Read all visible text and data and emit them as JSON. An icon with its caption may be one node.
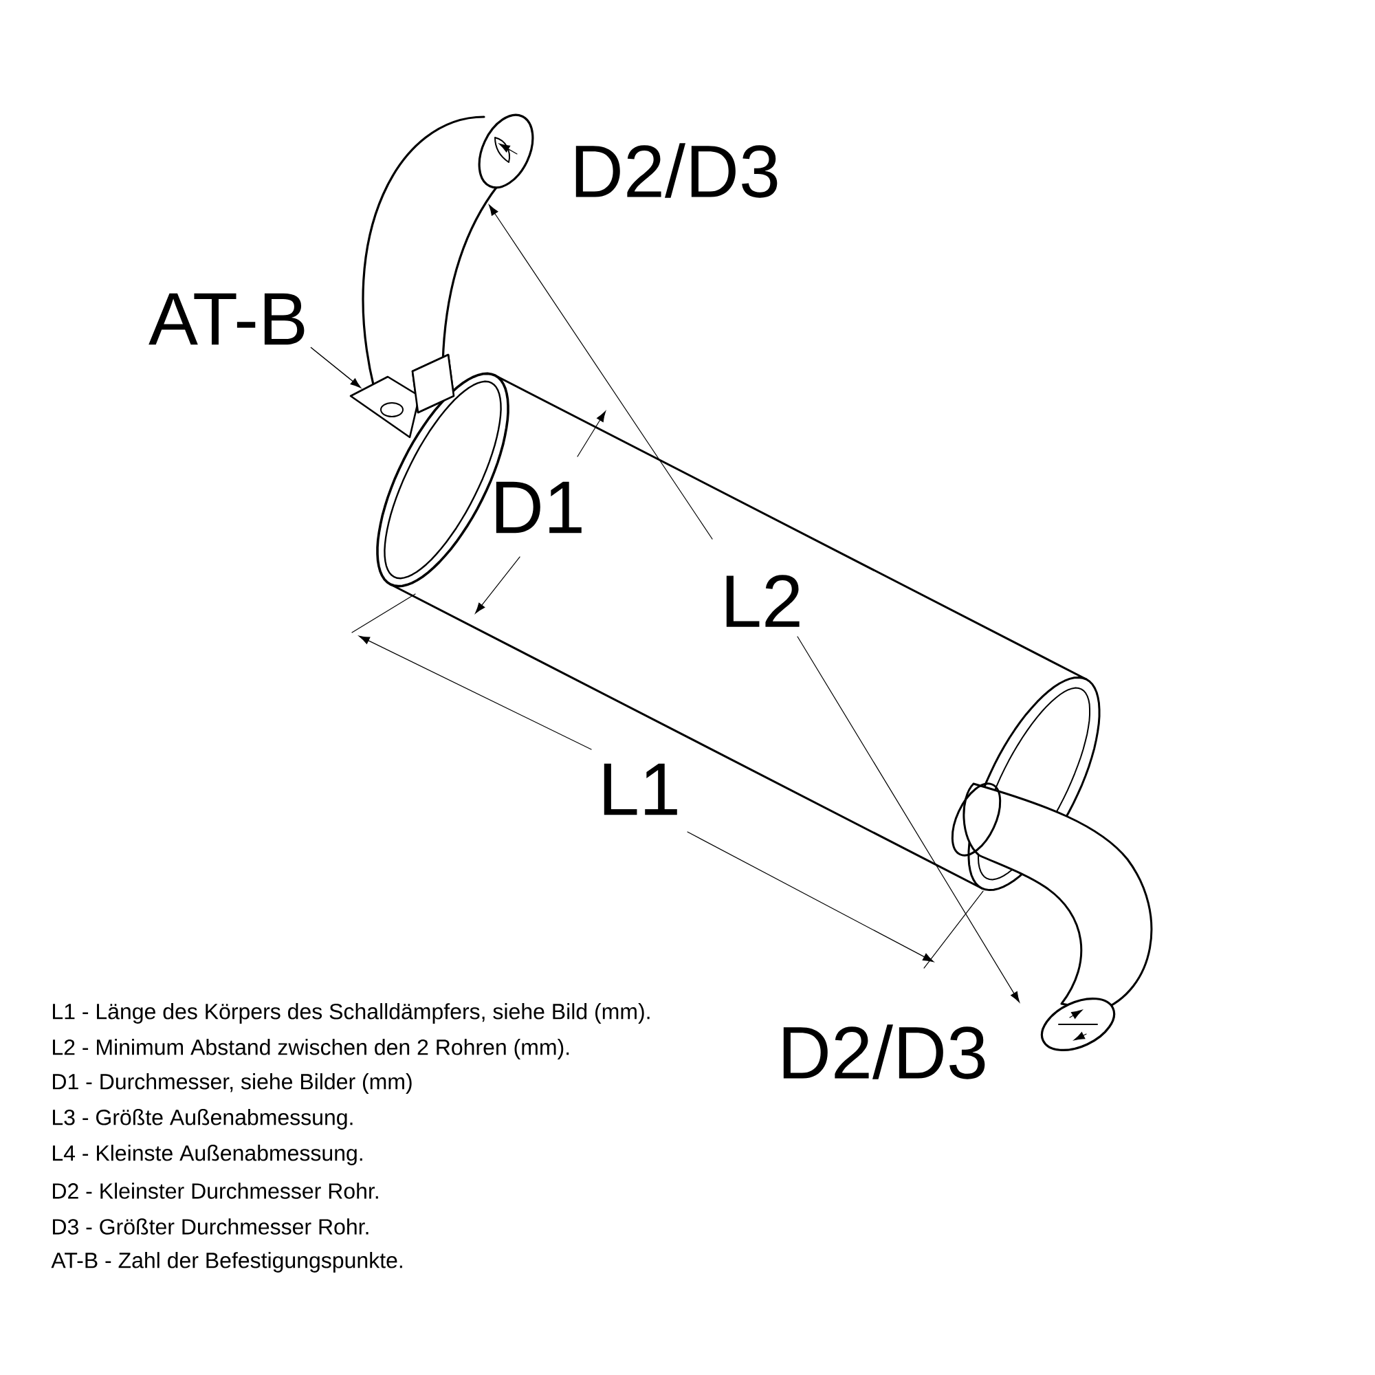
{
  "diagram": {
    "nodes": [
      {
        "text": [
          "AT-B"
        ]
      },
      {
        "text": [],
        "shape": "picture"
      }
    ],
    "edges": [
      {
        "from": 0,
        "to": 1,
        "arrow": "to"
      }
    ],
    "labels": [
      "D2/D3",
      "D1",
      "L2",
      "L1",
      "D2/D3",
      "L1 - Länge des Körpers des Schalldämpfers, siehe Bild (mm).",
      "L2 - Minimum Abstand zwischen den 2 Rohren (mm).",
      "D1 - Durchmesser, siehe Bilder (mm)",
      "L3 - Größte Außenabmessung.",
      "L4 - Kleinste Außenabmessung.",
      "D2 - Kleinster Durchmesser Rohr.",
      "D3 - Größter Durchmesser Rohr.",
      "AT-B - Zahl der Befestigungspunkte."
    ]
  }
}
